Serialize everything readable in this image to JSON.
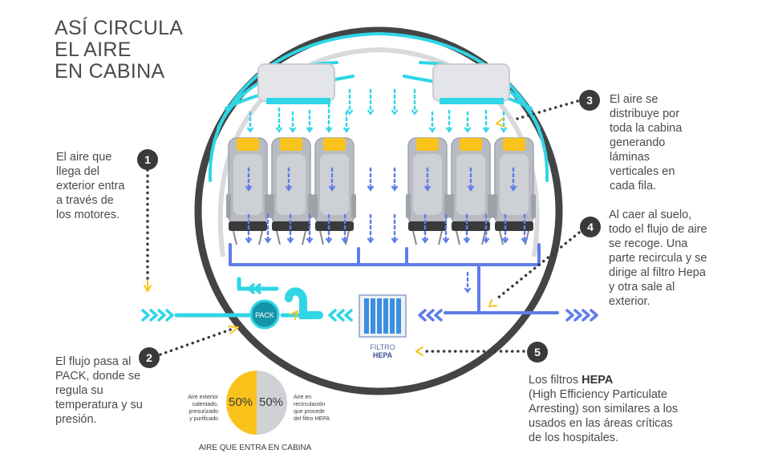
{
  "title": {
    "line1": "ASÍ CIRCULA",
    "line2": "EL AIRE",
    "line3": "EN CABINA"
  },
  "steps": [
    {
      "number": "1",
      "lines": [
        "El aire que",
        "llega del",
        "exterior entra",
        "a través de",
        "los motores."
      ]
    },
    {
      "number": "2",
      "lines": [
        "El flujo pasa al",
        "PACK, donde se",
        "regula su",
        "temperatura y su",
        "presión."
      ]
    },
    {
      "number": "3",
      "lines": [
        "El aire se",
        "distribuye por",
        "toda la cabina",
        "generando",
        "láminas",
        "verticales en",
        "cada fila."
      ]
    },
    {
      "number": "4",
      "lines": [
        "Al caer al suelo,",
        "todo el flujo de aire",
        "se recoge. Una",
        "parte recircula y se",
        "dirige al filtro Hepa",
        "y otra sale al",
        "exterior."
      ]
    },
    {
      "number": "5",
      "line1_pre": "Los filtros ",
      "line1_bold": "HEPA",
      "lines": [
        "(High Efficiency Particulate",
        "Arresting) son similares a los",
        "usados en las áreas críticas",
        "de los hospitales."
      ]
    }
  ],
  "labels": {
    "pack": "PACK",
    "filter_line1": "FILTRO",
    "filter_line2": "HEPA"
  },
  "pie": {
    "exterior_pct": "50%",
    "recirc_pct": "50%",
    "exterior_desc": [
      "Aire exterior",
      "calentado,",
      "presurizado",
      "y purificado"
    ],
    "recirc_desc": [
      "Aire en",
      "recirculación",
      "que procede",
      "del filtro HEPA"
    ],
    "caption": "AIRE QUE ENTRA EN CABINA"
  },
  "colors": {
    "cyan": "#2fd6e6",
    "blue": "#5f7de8",
    "yellow": "#f9c31c",
    "dark": "#3a3a3a",
    "seat": "#b8bcc2"
  }
}
